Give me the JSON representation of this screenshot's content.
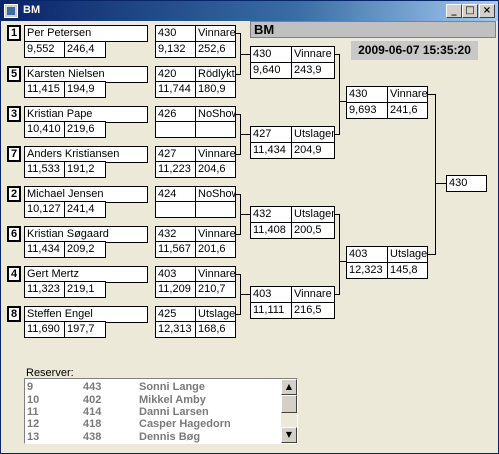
{
  "window": {
    "title": "BM",
    "btn_min": "_",
    "btn_max": "□",
    "btn_close": "×"
  },
  "header": {
    "title": "BM",
    "datetime": "2009-06-07 15:35:20"
  },
  "players": [
    {
      "seed": "1",
      "name": "Per Petersen",
      "stat1": "9,552",
      "stat2": "246,4",
      "score": "430",
      "result": "Vinnare",
      "rstat1": "9,132",
      "rstat2": "252,6"
    },
    {
      "seed": "5",
      "name": "Karsten Nielsen",
      "stat1": "11,415",
      "stat2": "194,9",
      "score": "420",
      "result": "Rödlykta",
      "rstat1": "11,744",
      "rstat2": "180,9"
    },
    {
      "seed": "3",
      "name": "Kristian Pape",
      "stat1": "10,410",
      "stat2": "219,6",
      "score": "426",
      "result": "NoShow",
      "rstat1": "",
      "rstat2": ""
    },
    {
      "seed": "7",
      "name": "Anders Kristiansen",
      "stat1": "11,533",
      "stat2": "191,2",
      "score": "427",
      "result": "Vinnare",
      "rstat1": "11,223",
      "rstat2": "204,6"
    },
    {
      "seed": "2",
      "name": "Michael Jensen",
      "stat1": "10,127",
      "stat2": "241,4",
      "score": "424",
      "result": "NoShow",
      "rstat1": "",
      "rstat2": ""
    },
    {
      "seed": "6",
      "name": "Kristian Søgaard",
      "stat1": "11,434",
      "stat2": "209,2",
      "score": "432",
      "result": "Vinnare",
      "rstat1": "11,567",
      "rstat2": "201,6"
    },
    {
      "seed": "4",
      "name": "Gert Mertz",
      "stat1": "11,323",
      "stat2": "219,1",
      "score": "403",
      "result": "Vinnare",
      "rstat1": "11,209",
      "rstat2": "210,7"
    },
    {
      "seed": "8",
      "name": "Steffen Engel",
      "stat1": "11,690",
      "stat2": "197,7",
      "score": "425",
      "result": "Utslagen",
      "rstat1": "12,313",
      "rstat2": "168,6"
    }
  ],
  "round2": [
    {
      "score": "430",
      "result": "Vinnare",
      "stat1": "9,640",
      "stat2": "243,9"
    },
    {
      "score": "427",
      "result": "Utslagen",
      "stat1": "11,434",
      "stat2": "204,9"
    },
    {
      "score": "432",
      "result": "Utslagen",
      "stat1": "11,408",
      "stat2": "200,5"
    },
    {
      "score": "403",
      "result": "Vinnare",
      "stat1": "11,111",
      "stat2": "216,5"
    }
  ],
  "round3": [
    {
      "score": "430",
      "result": "Vinnare",
      "stat1": "9,693",
      "stat2": "241,6"
    },
    {
      "score": "403",
      "result": "Utslagen",
      "stat1": "12,323",
      "stat2": "145,8"
    }
  ],
  "final": {
    "score": "430"
  },
  "reserves": {
    "label": "Reserver:",
    "rows": [
      {
        "num": "9",
        "score": "443",
        "name": "Sonni Lange"
      },
      {
        "num": "10",
        "score": "402",
        "name": "Mikkel Amby"
      },
      {
        "num": "11",
        "score": "414",
        "name": "Danni Larsen"
      },
      {
        "num": "12",
        "score": "418",
        "name": "Casper Hagedorn"
      },
      {
        "num": "13",
        "score": "438",
        "name": "Dennis Bøg"
      }
    ],
    "scroll_up": "▲",
    "scroll_down": "▼"
  }
}
